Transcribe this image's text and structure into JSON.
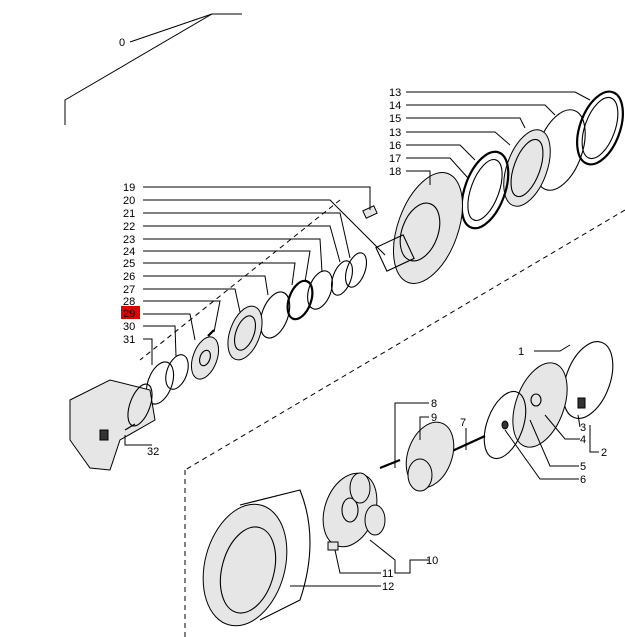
{
  "diagram": {
    "title": "Exploded view of final drive / travel reduction gear",
    "highlight_color": "#e00000",
    "callouts": [
      {
        "number": "0"
      },
      {
        "number": "13"
      },
      {
        "number": "14"
      },
      {
        "number": "15"
      },
      {
        "number": "13"
      },
      {
        "number": "16"
      },
      {
        "number": "17"
      },
      {
        "number": "18"
      },
      {
        "number": "19"
      },
      {
        "number": "20"
      },
      {
        "number": "21"
      },
      {
        "number": "22"
      },
      {
        "number": "23"
      },
      {
        "number": "24"
      },
      {
        "number": "25"
      },
      {
        "number": "26"
      },
      {
        "number": "27"
      },
      {
        "number": "28"
      },
      {
        "number": "29",
        "highlighted": true
      },
      {
        "number": "30"
      },
      {
        "number": "31"
      },
      {
        "number": "1"
      },
      {
        "number": "2"
      },
      {
        "number": "3"
      },
      {
        "number": "4"
      },
      {
        "number": "5"
      },
      {
        "number": "6"
      },
      {
        "number": "7"
      },
      {
        "number": "8"
      },
      {
        "number": "9"
      },
      {
        "number": "10"
      },
      {
        "number": "11"
      },
      {
        "number": "12"
      },
      {
        "number": "32"
      }
    ]
  }
}
